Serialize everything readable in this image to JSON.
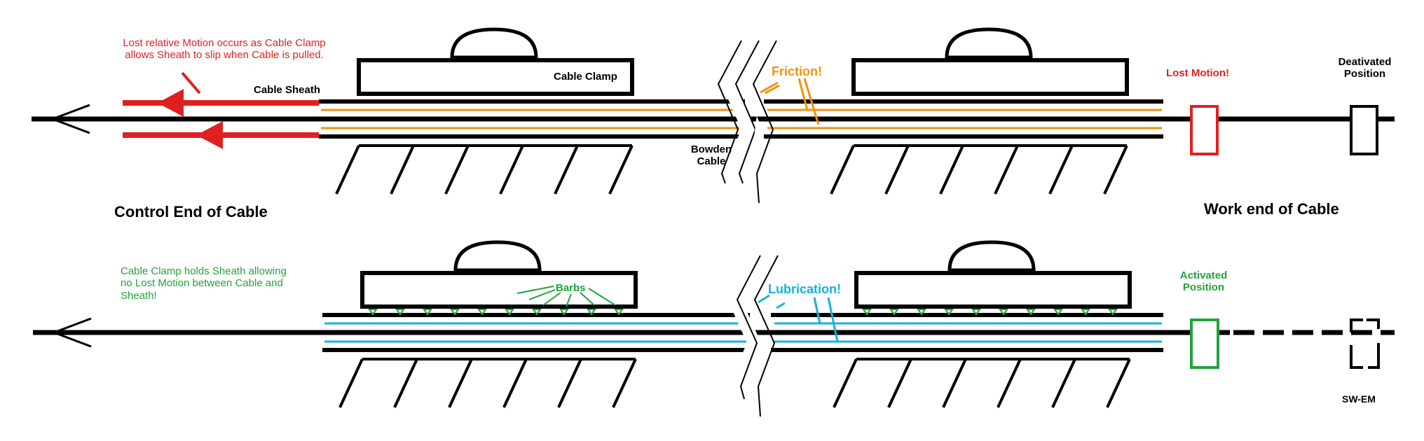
{
  "colors": {
    "black": "#000000",
    "red": "#e02020",
    "orange": "#f0930a",
    "green": "#22a33a",
    "blue": "#19b0dc"
  },
  "top": {
    "annotation_lines": [
      "Lost relative Motion occurs as Cable Clamp",
      "allows Sheath to slip when Cable is pulled."
    ],
    "cable_sheath": "Cable Sheath",
    "cable_clamp": "Cable Clamp",
    "friction": "Friction!",
    "bowden_lines": [
      "Bowden",
      "Cable"
    ],
    "lost_motion": "Lost Motion!",
    "deactivated_lines": [
      "Deativated",
      "Position"
    ],
    "control_end": "Control End of Cable",
    "work_end": "Work end of Cable"
  },
  "bottom": {
    "annotation_lines": [
      "Cable Clamp holds Sheath allowing",
      "no Lost Motion between Cable and",
      "Sheath!"
    ],
    "barbs": "Barbs",
    "lubrication": "Lubrication!",
    "activated_lines": [
      "Activated",
      "Position"
    ],
    "sw_em": "SW-EM"
  }
}
